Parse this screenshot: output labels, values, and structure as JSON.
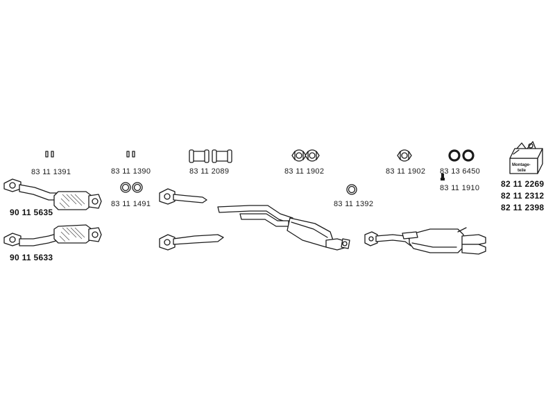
{
  "parts": {
    "cat_front_upper": "90 11 5635",
    "cat_front_lower": "90 11 5633",
    "clips_a": "83 11 1391",
    "clips_b": "83 11 1390",
    "rings_a": "83 11 1491",
    "clamps": "83 11 2089",
    "gaskets_a": "83 11 1902",
    "ring_single": "83 11 1392",
    "gasket_b": "83 11 1902",
    "rings_b": "83 13 6450",
    "bolt": "83 11 1910",
    "kit_1": "82 11 2269",
    "kit_2": "82 11 2312",
    "kit_3": "82 11 2398"
  },
  "kit_box_label": {
    "line1": "Montage-",
    "line2": "teile"
  }
}
